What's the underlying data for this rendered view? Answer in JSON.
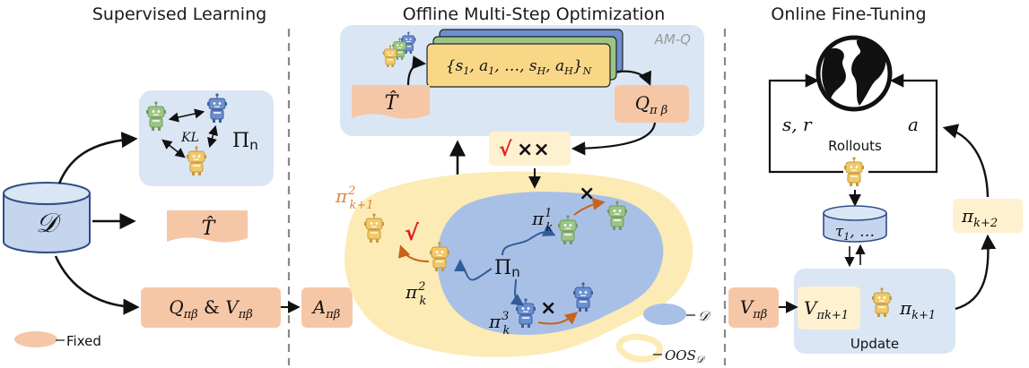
{
  "sections": {
    "supervised_title": "Supervised Learning",
    "offline_title": "Offline Multi-Step Optimization",
    "online_title": "Online Fine-Tuning"
  },
  "supervised": {
    "dataset_symbol": "𝒟",
    "kl_label": "KL",
    "policy_set": "Πn",
    "transition_model": "T̂",
    "value_box": "Qπβ & Vπβ",
    "advantage_box": "Aπβ",
    "legend_fixed": "Fixed"
  },
  "offline": {
    "amq_label": "AM-Q",
    "trajectory_set": "{s1, a1, …, sH, aH}N",
    "transition_model": "T̂",
    "q_box": "Qπβ",
    "selection_marks": {
      "check": "√",
      "crosses": "××"
    },
    "policy_set": "Πn",
    "policy_k1": "πk1",
    "policy_k2": "πk2",
    "policy_k3": "πk3",
    "policy_k1_next": "πk+12",
    "check_mark": "√",
    "cross_mark": "×",
    "legend_dataset": "𝒟",
    "legend_oos": "OOS𝒟"
  },
  "online": {
    "state_reward": "s, r",
    "action": "a",
    "rollouts": "Rollouts",
    "buffer": "τ1, …",
    "value_box": "Vπβ",
    "update_value": "Vπk+1",
    "update_policy": "πk+1",
    "update_label": "Update",
    "next_policy": "πk+2"
  },
  "colors": {
    "fixed_fill": "#f6c7a6",
    "blue_panel": "#dbe6f4",
    "blue_blob": "#a9c0e6",
    "yellow_blob": "#fcebb5",
    "yellow_box": "#fdf1cf",
    "check_red": "#e0201e",
    "arrow_orange": "#c8621c",
    "arrow_blue": "#2f5d9b"
  },
  "icons": [
    "robot-icon",
    "globe-icon",
    "database-icon"
  ]
}
